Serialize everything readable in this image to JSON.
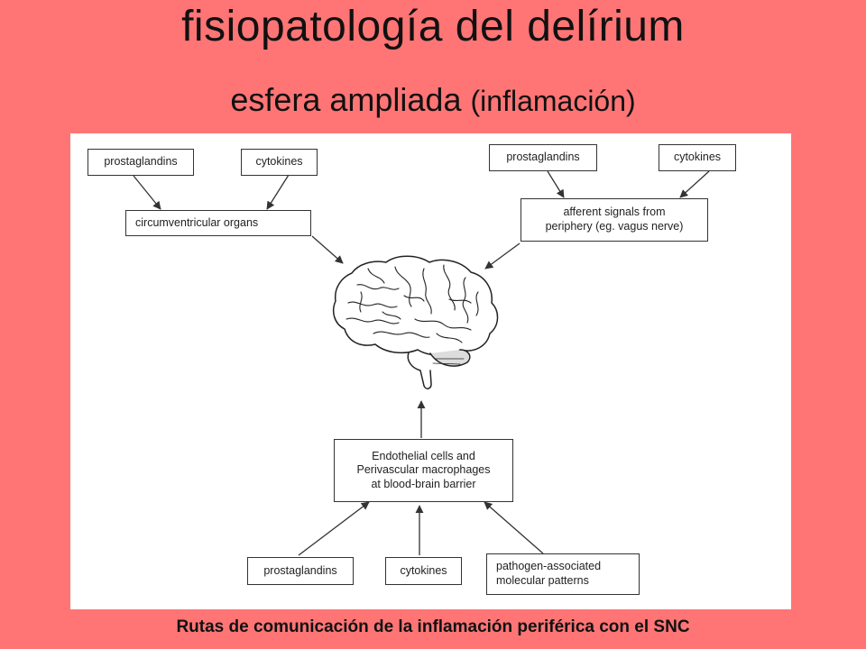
{
  "slide": {
    "title": "fisiopatología del delírium",
    "subtitle_main": "esfera ampliada",
    "subtitle_paren": "(inflamación)",
    "caption": "Rutas de comunicación de la inflamación periférica con el SNC"
  },
  "diagram": {
    "nodes": {
      "prostaglandins_top_left": "prostaglandins",
      "cytokines_top_left": "cytokines",
      "circumventricular": "circumventricular organs",
      "prostaglandins_top_right": "prostaglandins",
      "cytokines_top_right": "cytokines",
      "afferent": "afferent signals from\nperiphery (eg. vagus nerve)",
      "endothelial": "Endothelial cells and\nPerivascular macrophages\nat blood-brain barrier",
      "prostaglandins_bottom": "prostaglandins",
      "cytokines_bottom": "cytokines",
      "pamps": "pathogen-associated\nmolecular patterns"
    },
    "brain_icon": "brain-icon"
  }
}
